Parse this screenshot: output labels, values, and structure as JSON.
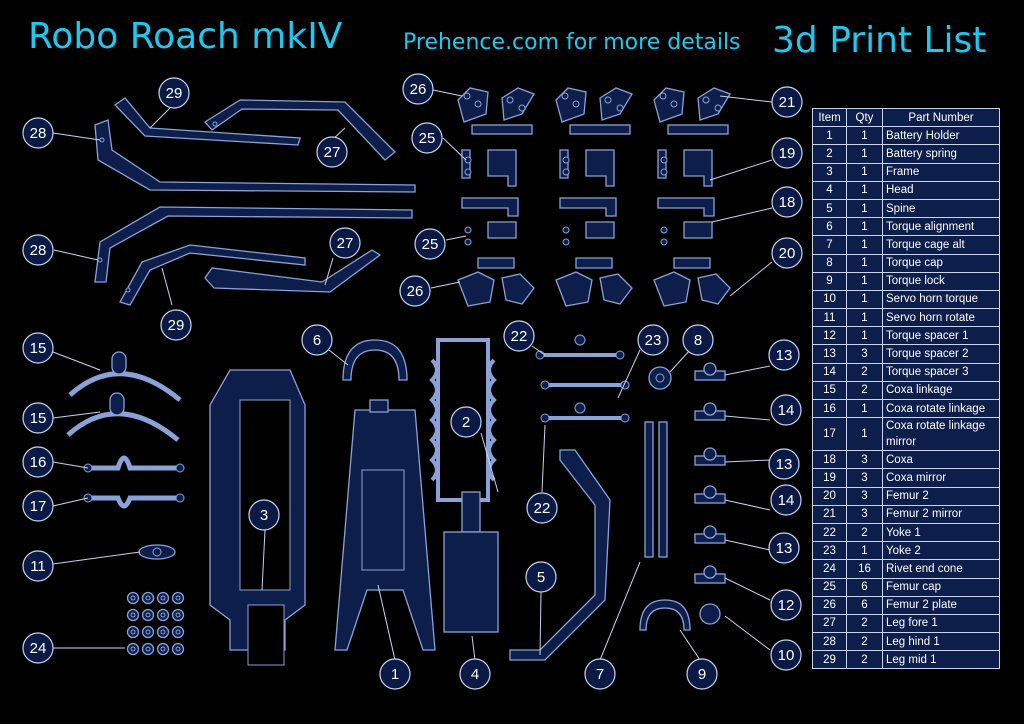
{
  "header": {
    "title": "Robo Roach mkIV",
    "website": "Prehence.com for more details",
    "list_title": "3d Print List"
  },
  "table": {
    "headers": [
      "Item",
      "Qty",
      "Part Number"
    ],
    "rows": [
      [
        "1",
        "1",
        "Battery Holder"
      ],
      [
        "2",
        "1",
        "Battery spring"
      ],
      [
        "3",
        "1",
        "Frame"
      ],
      [
        "4",
        "1",
        "Head"
      ],
      [
        "5",
        "1",
        "Spine"
      ],
      [
        "6",
        "1",
        "Torque alignment"
      ],
      [
        "7",
        "1",
        "Torque cage alt"
      ],
      [
        "8",
        "1",
        "Torque cap"
      ],
      [
        "9",
        "1",
        "Torque lock"
      ],
      [
        "10",
        "1",
        "Servo horn torque"
      ],
      [
        "11",
        "1",
        "Servo horn rotate"
      ],
      [
        "12",
        "1",
        "Torque spacer 1"
      ],
      [
        "13",
        "3",
        "Torque spacer 2"
      ],
      [
        "14",
        "2",
        "Torque spacer 3"
      ],
      [
        "15",
        "2",
        "Coxa linkage"
      ],
      [
        "16",
        "1",
        "Coxa rotate linkage"
      ],
      [
        "17",
        "1",
        "Coxa rotate linkage mirror"
      ],
      [
        "18",
        "3",
        "Coxa"
      ],
      [
        "19",
        "3",
        "Coxa mirror"
      ],
      [
        "20",
        "3",
        "Femur 2"
      ],
      [
        "21",
        "3",
        "Femur 2 mirror"
      ],
      [
        "22",
        "2",
        "Yoke 1"
      ],
      [
        "23",
        "1",
        "Yoke 2"
      ],
      [
        "24",
        "16",
        "Rivet end cone"
      ],
      [
        "25",
        "6",
        "Femur cap"
      ],
      [
        "26",
        "6",
        "Femur 2 plate"
      ],
      [
        "27",
        "2",
        "Leg fore 1"
      ],
      [
        "28",
        "2",
        "Leg hind 1"
      ],
      [
        "29",
        "2",
        "Leg mid 1"
      ]
    ]
  },
  "callouts": [
    "29",
    "28",
    "27",
    "28",
    "27",
    "29",
    "26",
    "25",
    "25",
    "26",
    "21",
    "19",
    "18",
    "20",
    "15",
    "15",
    "16",
    "17",
    "11",
    "24",
    "6",
    "3",
    "2",
    "1",
    "4",
    "22",
    "23",
    "22",
    "8",
    "5",
    "7",
    "9",
    "13",
    "14",
    "13",
    "14",
    "13",
    "12",
    "10"
  ]
}
